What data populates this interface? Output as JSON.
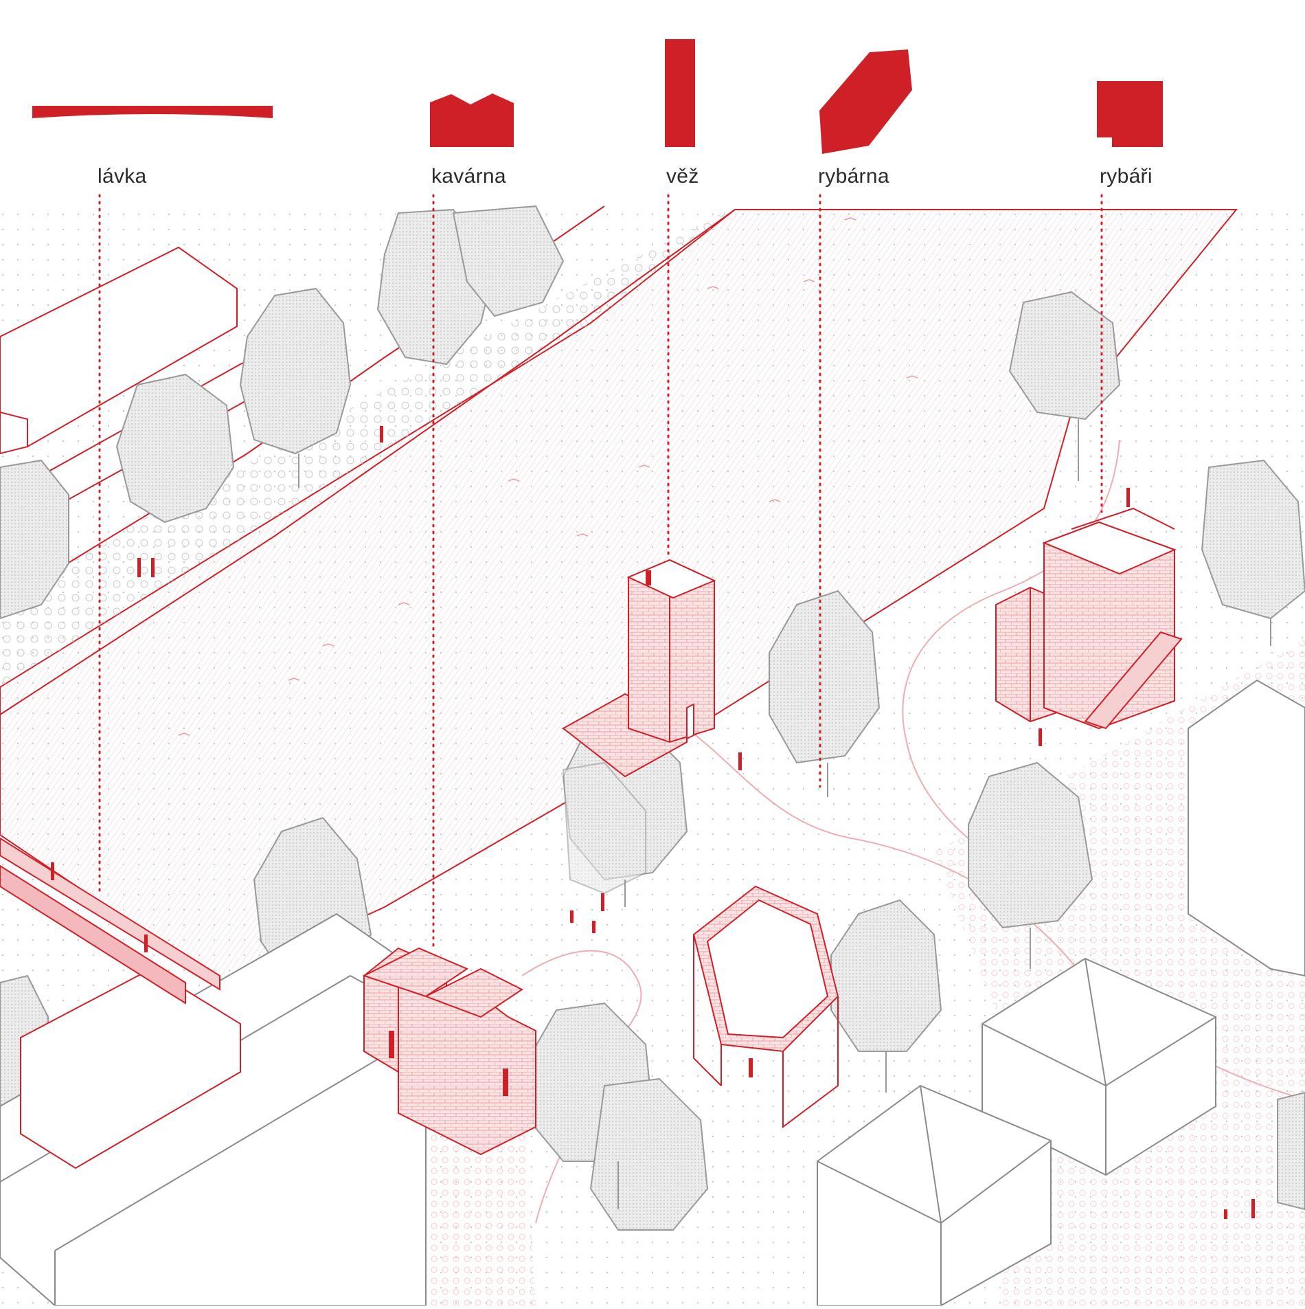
{
  "colors": {
    "accent": "#cf2027",
    "accent_light": "#f3c3c5",
    "accent_fill": "#fbe7e8",
    "gray_line": "#8a8a8a",
    "tree_fill": "#e4e4e4",
    "ink": "#2b2b2b"
  },
  "legend": [
    {
      "id": "lavka",
      "label": "lávka",
      "icon": "footbridge-plan-icon"
    },
    {
      "id": "kavarna",
      "label": "kavárna",
      "icon": "cafe-plan-icon"
    },
    {
      "id": "vez",
      "label": "věž",
      "icon": "tower-plan-icon"
    },
    {
      "id": "rybarna",
      "label": "rybárna",
      "icon": "fishmonger-plan-icon"
    },
    {
      "id": "rybari",
      "label": "rybáři",
      "icon": "fishermen-plan-icon"
    }
  ]
}
